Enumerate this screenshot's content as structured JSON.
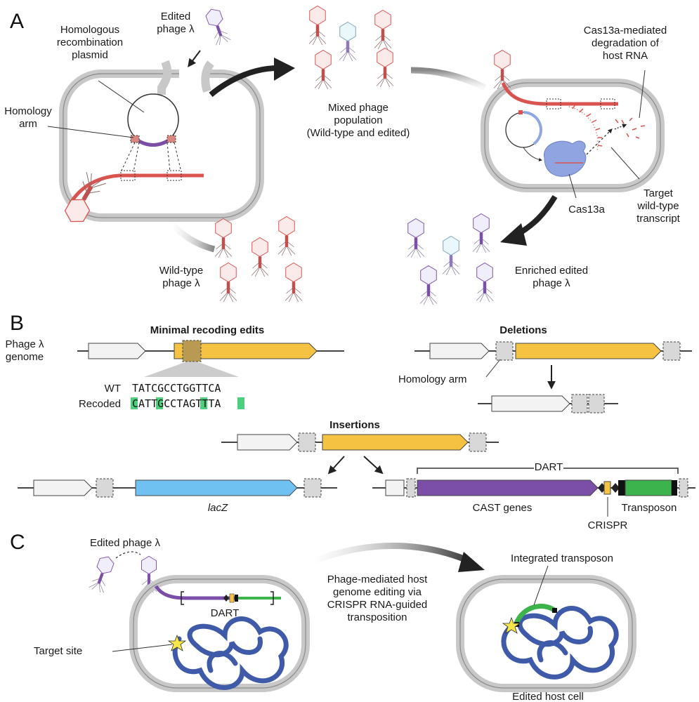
{
  "panels": {
    "a": "A",
    "b": "B",
    "c": "C"
  },
  "panel_a": {
    "plasmid": "Homologous\nrecombination\nplasmid",
    "arm": "Homology\narm",
    "edited": "Edited\nphage λ",
    "mixed": "Mixed phage\npopulation\n(Wild-type and edited)",
    "cas13_deg": "Cas13a-mediated\ndegradation of\nhost RNA",
    "cas13": "Cas13a",
    "target": "Target\nwild-type\ntranscript",
    "wildtype": "Wild-type\nphage λ",
    "enriched": "Enriched edited\nphage λ"
  },
  "panel_b": {
    "recoding_title": "Minimal recoding edits",
    "genome": "Phage λ\ngenome",
    "wt_label": "WT",
    "wt_seq": "TATCGCCTGGTTCA",
    "rec_label": "Recoded",
    "rec_seq": "CATTGCCTAGTTTA",
    "deletions_title": "Deletions",
    "homology_arm": "Homology arm",
    "insertions_title": "Insertions",
    "lacz": "lacZ",
    "dart": "DART",
    "cast": "CAST genes",
    "transposon": "Transposon",
    "crispr": "CRISPR"
  },
  "panel_c": {
    "edited_phage": "Edited phage λ",
    "dart": "DART",
    "target_site": "Target site",
    "process": "Phage-mediated host\ngenome editing via\nCRISPR RNA-guided\ntransposition",
    "integrated": "Integrated transposon",
    "edited_cell": "Edited host cell"
  },
  "colors": {
    "red_dna": "#d9534f",
    "purple": "#7b4fa8",
    "yellow_gene": "#f5c242",
    "blue_gene": "#6ec1f0",
    "green": "#3cb44b",
    "chrom_blue": "#3f5aa8",
    "cell_gray": "#c8c8c8",
    "highlight_green": "#4cd07d"
  },
  "icons": [
    "phage-icon",
    "plasmid-icon",
    "cas13a-icon",
    "star-icon",
    "arrow-icon"
  ]
}
